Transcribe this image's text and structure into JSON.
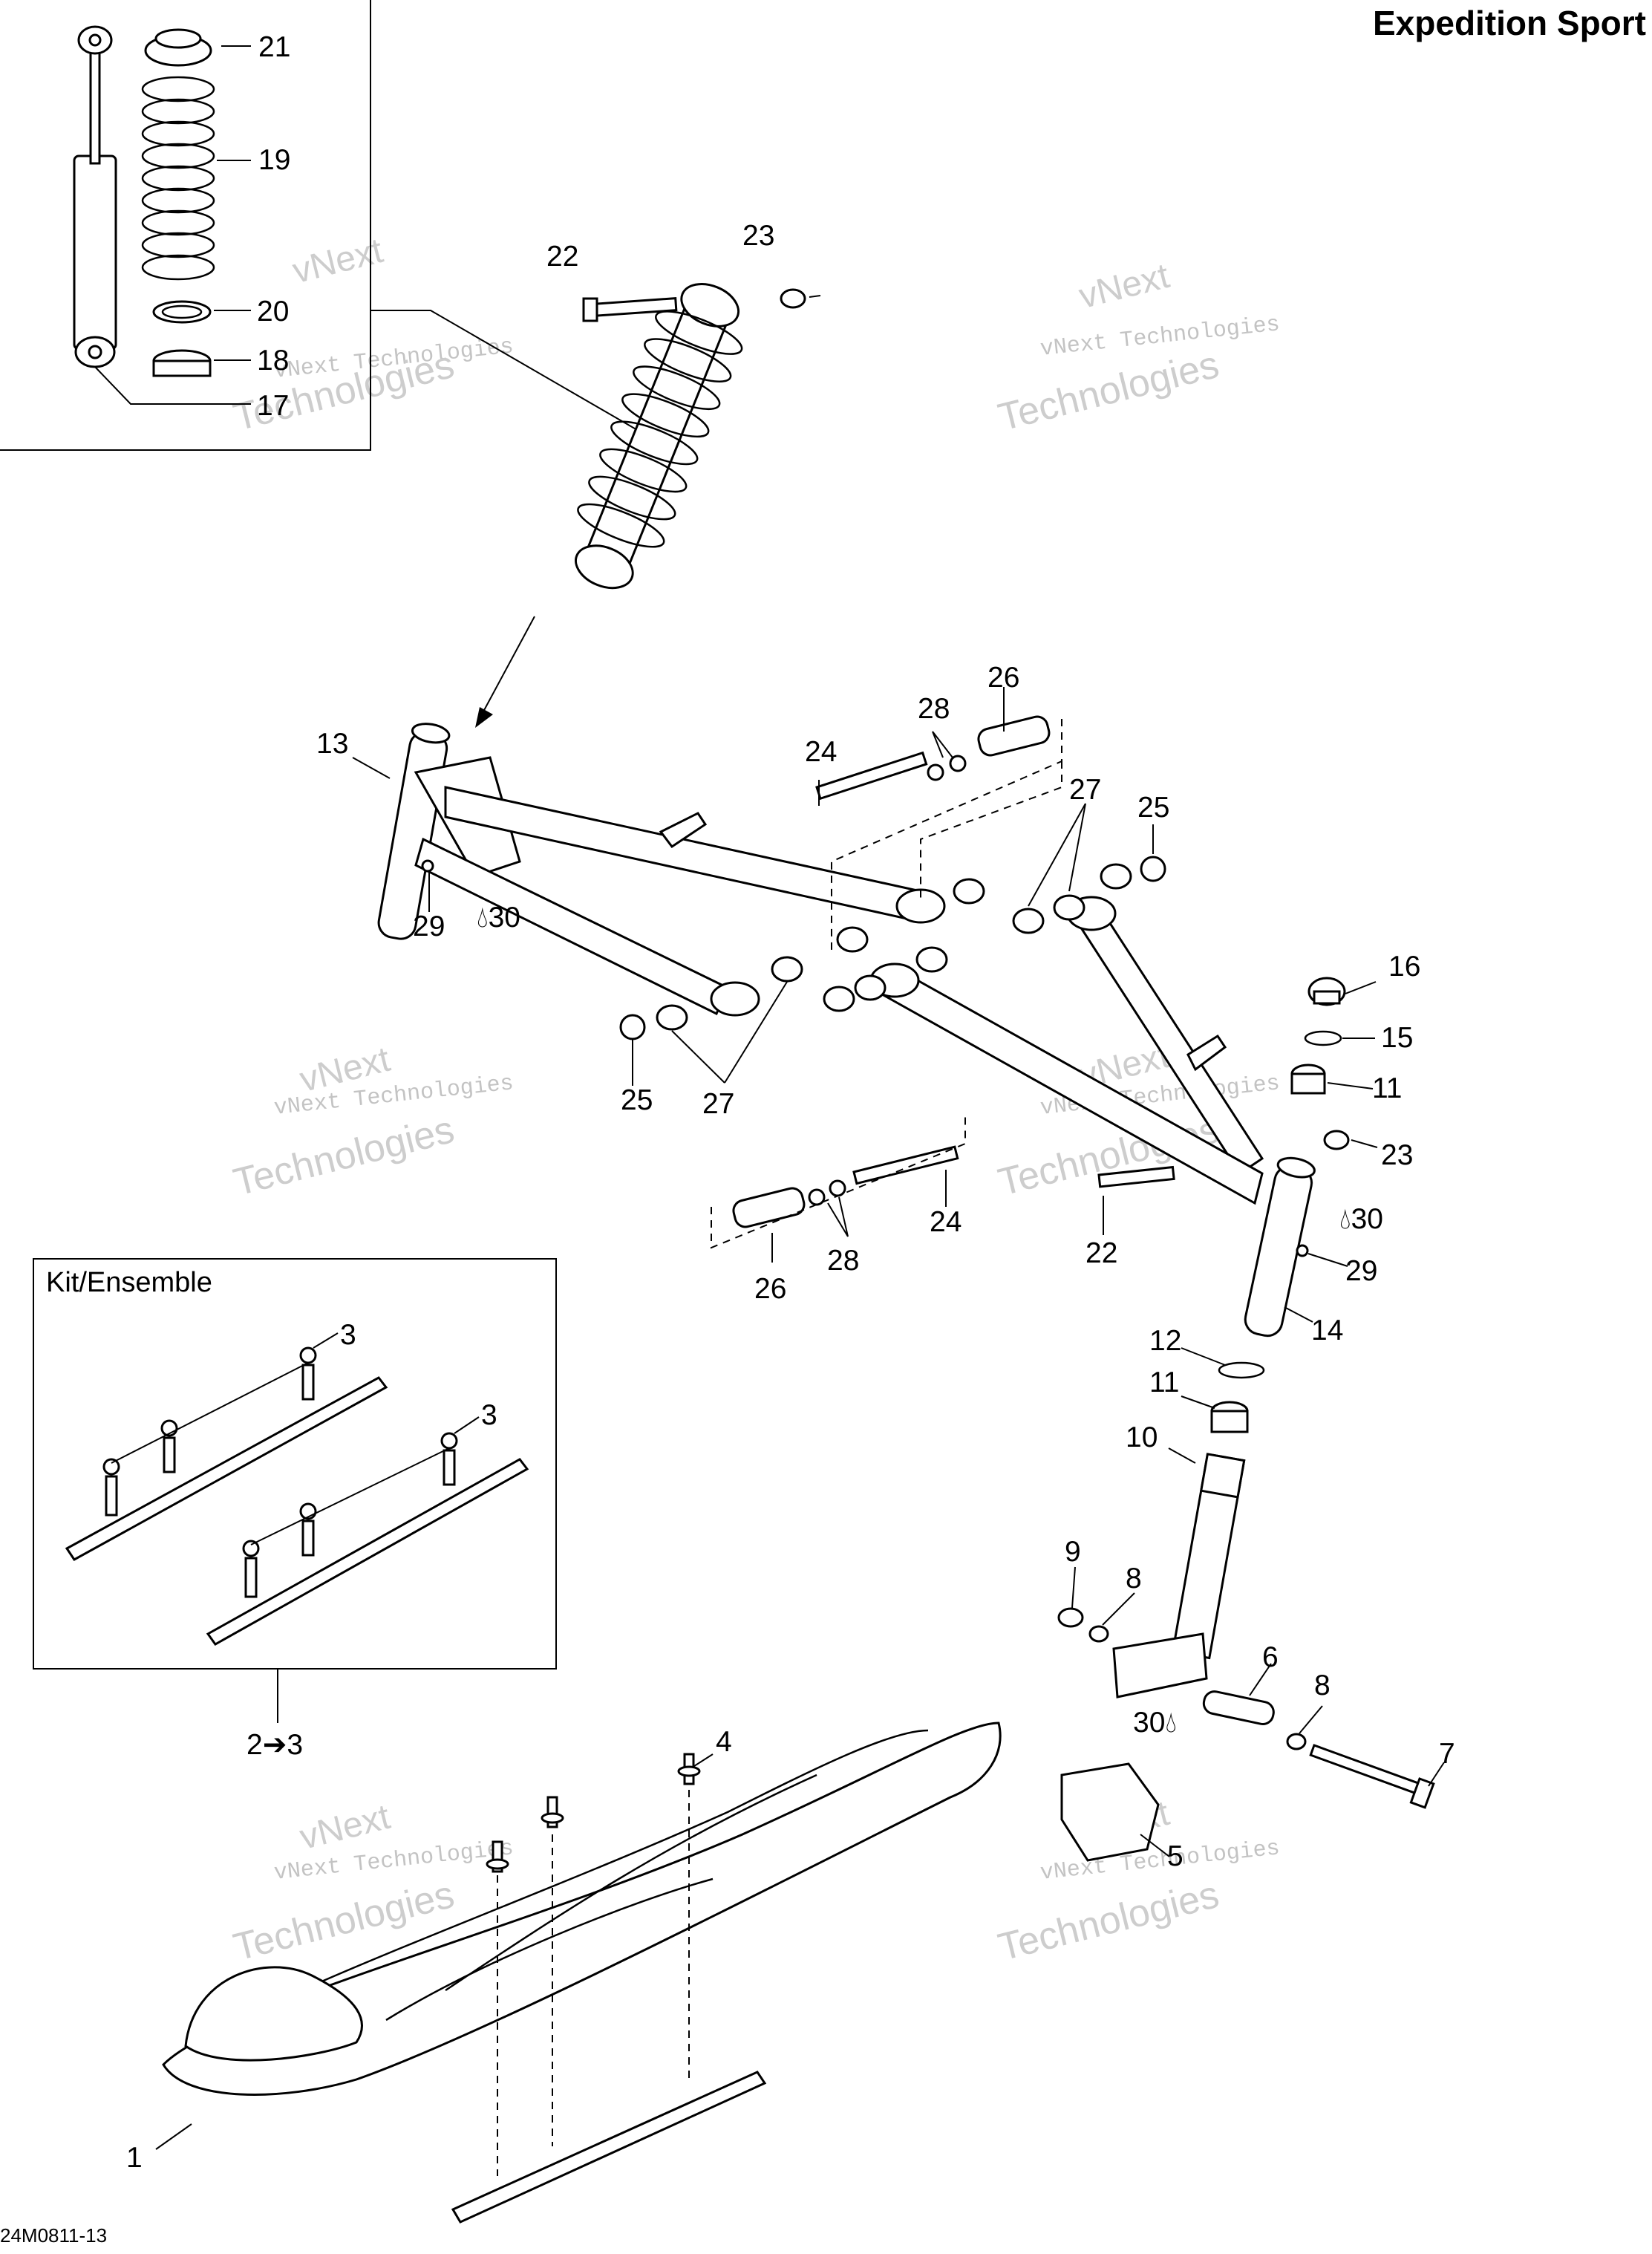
{
  "title": "Expedition Sport",
  "document_id": "24M0811-13",
  "kit_label": "Kit/Ensemble",
  "watermark": {
    "line1": "vNext",
    "line2": "vNext Technologies",
    "line3": "Technologies"
  },
  "callouts": {
    "c21": "21",
    "c19": "19",
    "c20": "20",
    "c18": "18",
    "c17": "17",
    "c22a": "22",
    "c23a": "23",
    "c13": "13",
    "c24a": "24",
    "c28a": "28",
    "c26a": "26",
    "c27a": "27",
    "c25a": "25",
    "c29a": "29",
    "c30a": "30",
    "c25b": "25",
    "c27b": "27",
    "c16": "16",
    "c15": "15",
    "c11a": "11",
    "c23b": "23",
    "c24b": "24",
    "c22b": "22",
    "c30b": "30",
    "c29b": "29",
    "c14": "14",
    "c26b": "26",
    "c28b": "28",
    "c12": "12",
    "c11b": "11",
    "c10": "10",
    "c3a": "3",
    "c3b": "3",
    "c9": "9",
    "c8a": "8",
    "c6": "6",
    "c8b": "8",
    "c30c": "30",
    "c7": "7",
    "c2to3": "2➔3",
    "c4": "4",
    "c5": "5",
    "c1": "1"
  }
}
